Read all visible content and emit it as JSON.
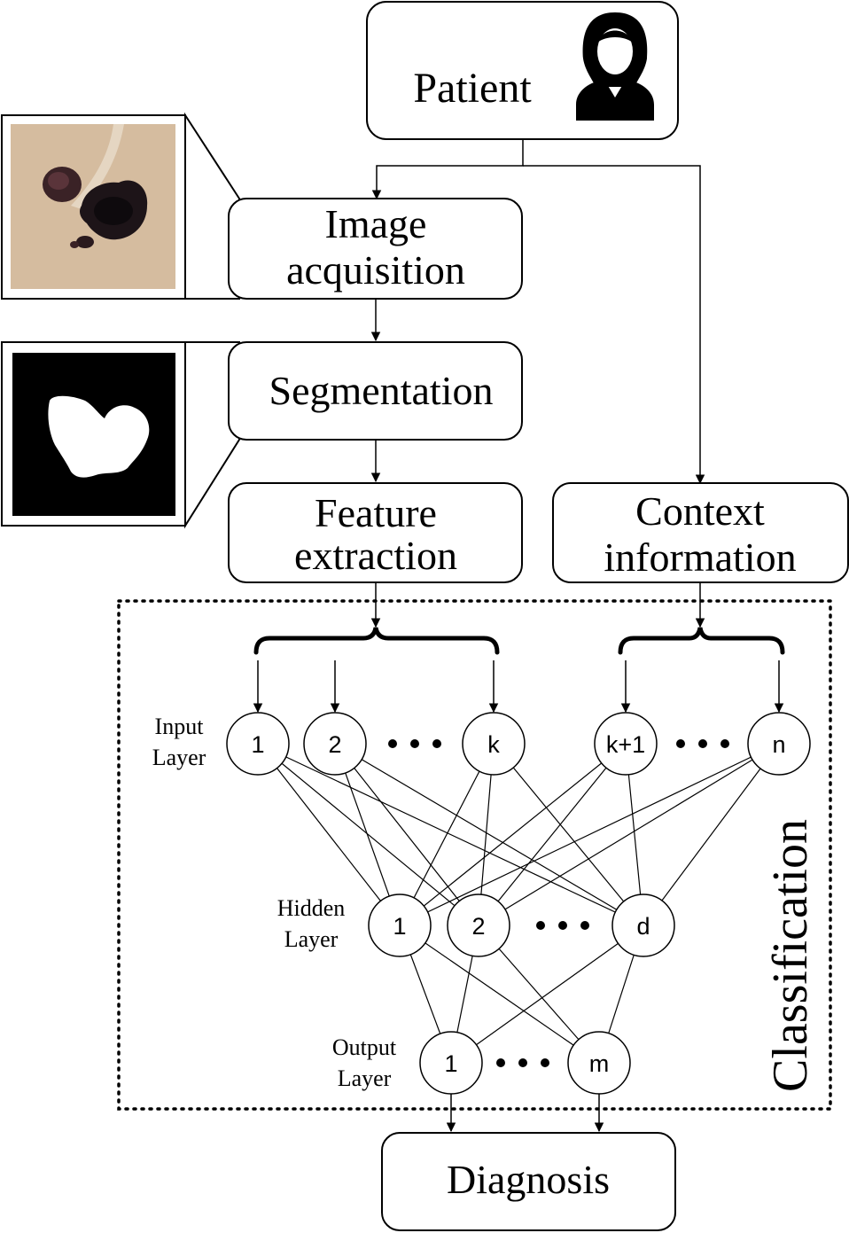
{
  "colors": {
    "stroke": "#000000",
    "skin": "#d8bfa3",
    "lesion": "#1e1418",
    "mask_bg": "#000000",
    "mask_fg": "#ffffff"
  },
  "patient": {
    "label": "Patient",
    "icon": "person-icon"
  },
  "boxes": {
    "image_acquisition": [
      "Image",
      "acquisition"
    ],
    "segmentation": "Segmentation",
    "feature_extraction": [
      "Feature",
      "extraction"
    ],
    "context_information": [
      "Context",
      "information"
    ],
    "diagnosis": "Diagnosis"
  },
  "thumbnails": {
    "dermoscopy": {
      "icon": "skin-lesion-photo"
    },
    "segmentation_mask": {
      "icon": "binary-mask-image"
    }
  },
  "classification": {
    "label": "Classification",
    "input_layer": {
      "label": [
        "Input",
        "Layer"
      ],
      "nodes": [
        "1",
        "2",
        "k",
        "k+1",
        "n"
      ]
    },
    "hidden_layer": {
      "label": [
        "Hidden",
        "Layer"
      ],
      "nodes": [
        "1",
        "2",
        "d"
      ]
    },
    "output_layer": {
      "label": [
        "Output",
        "Layer"
      ],
      "nodes": [
        "1",
        "m"
      ]
    }
  }
}
